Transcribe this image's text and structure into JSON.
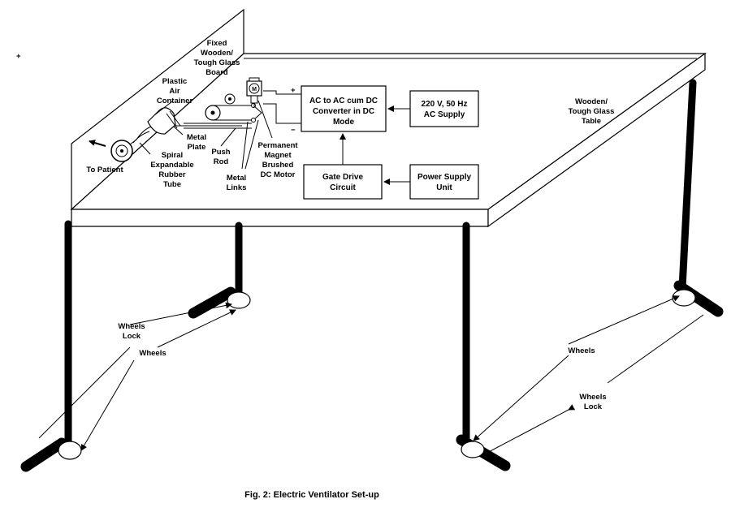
{
  "caption": "Fig. 2:  Electric Ventilator Set-up",
  "blocks": {
    "converter": [
      "AC to AC cum DC",
      "Converter in DC",
      "Mode"
    ],
    "ac_supply": [
      "220 V, 50 Hz",
      "AC Supply"
    ],
    "gate_drive": [
      "Gate Drive",
      "Circuit"
    ],
    "power_supply": [
      "Power Supply",
      "Unit"
    ]
  },
  "labels": {
    "board": [
      "Fixed",
      "Wooden/",
      "Tough Glass",
      "Board"
    ],
    "container": [
      "Plastic",
      "Air",
      "Container"
    ],
    "plate": [
      "Metal",
      "Plate"
    ],
    "tube": [
      "Spiral",
      "Expandable",
      "Rubber",
      "Tube"
    ],
    "patient": "To Patient",
    "push_rod": [
      "Push",
      "Rod"
    ],
    "links": [
      "Metal",
      "Links"
    ],
    "motor": [
      "Permanent",
      "Magnet",
      "Brushed",
      "DC Motor"
    ],
    "motor_symbol": "M",
    "table": [
      "Wooden/",
      "Tough Glass",
      "Table"
    ],
    "wheels_lock_left": [
      "Wheels",
      "Lock"
    ],
    "wheels_left": "Wheels",
    "wheels_right": "Wheels",
    "wheels_lock_right": [
      "Wheels",
      "Lock"
    ],
    "plus": "+",
    "minus": "−",
    "stray_mark": "+"
  }
}
